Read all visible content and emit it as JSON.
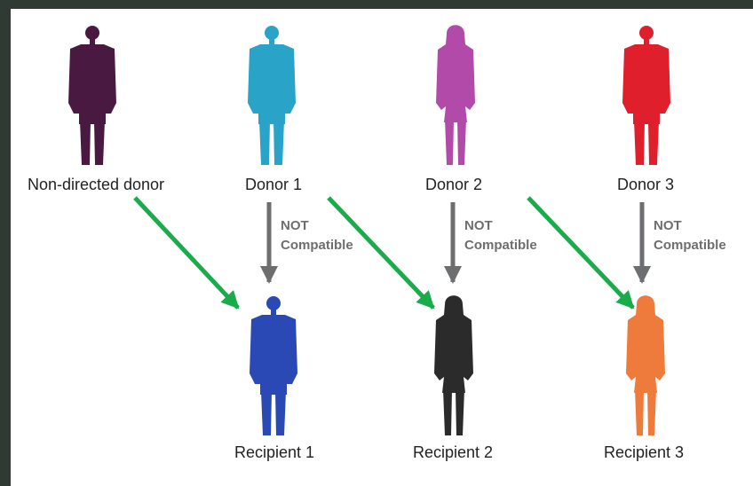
{
  "donors": [
    {
      "label": "Non-directed donor",
      "color": "#4a1942",
      "icon": "man-silhouette-icon"
    },
    {
      "label": "Donor 1",
      "color": "#2aa3c9",
      "icon": "man-silhouette-icon"
    },
    {
      "label": "Donor 2",
      "color": "#b14aa8",
      "icon": "woman-silhouette-icon"
    },
    {
      "label": "Donor 3",
      "color": "#e01f2d",
      "icon": "man-silhouette-icon"
    }
  ],
  "recipients": [
    {
      "label": "Recipient 1",
      "color": "#2b49b5",
      "icon": "man-silhouette-icon"
    },
    {
      "label": "Recipient 2",
      "color": "#2b2b2b",
      "icon": "woman-silhouette-icon"
    },
    {
      "label": "Recipient 3",
      "color": "#ee7a3c",
      "icon": "woman-silhouette-icon"
    }
  ],
  "incompatible": {
    "line1": "NOT",
    "line2": "Compatible",
    "color": "#6d6e70"
  },
  "match_arrow_color": "#1aab4b",
  "background_color": "#2f3a33"
}
